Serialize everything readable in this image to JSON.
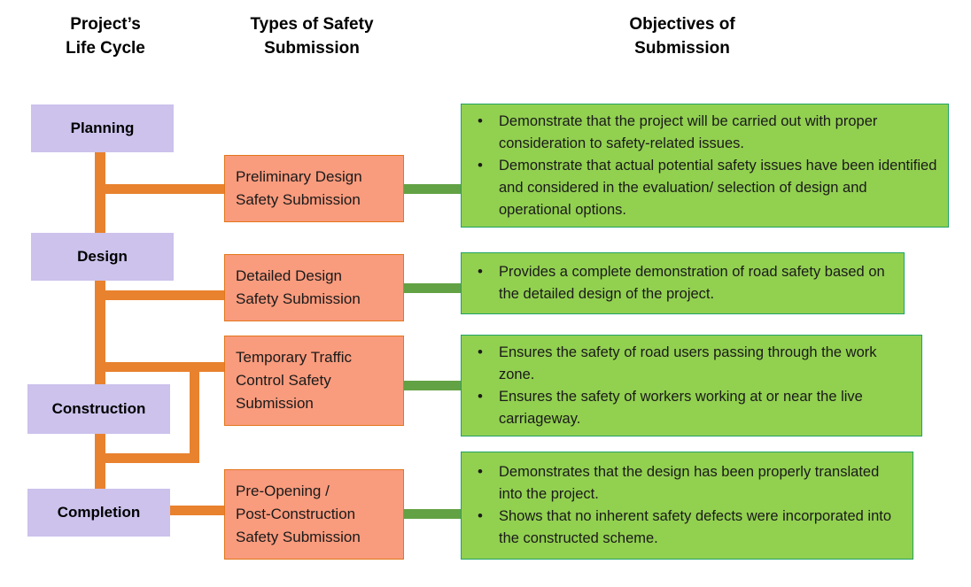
{
  "headings": {
    "lifecycle": "Project’s\nLife Cycle",
    "types": "Types of Safety\nSubmission",
    "objectives": "Objectives of\nSubmission"
  },
  "lifecycle_stages": [
    {
      "label": "Planning"
    },
    {
      "label": "Design"
    },
    {
      "label": "Construction"
    },
    {
      "label": "Completion"
    }
  ],
  "submission_types": [
    {
      "label": "Preliminary Design\nSafety Submission"
    },
    {
      "label": "Detailed Design\nSafety Submission"
    },
    {
      "label": "Temporary Traffic\nControl Safety\nSubmission"
    },
    {
      "label": "Pre-Opening /\nPost-Construction\nSafety Submission"
    }
  ],
  "objectives": [
    {
      "bullets": [
        "Demonstrate that the project will be carried out with proper consideration to safety-related issues.",
        "Demonstrate that actual potential safety issues have been identified and considered in the evaluation/ selection of design and operational options."
      ]
    },
    {
      "bullets": [
        "Provides a complete demonstration of road safety based on the detailed design of the project."
      ]
    },
    {
      "bullets": [
        "Ensures the safety of road users passing through the work zone.",
        "Ensures the safety of workers working at or near the live carriageway."
      ]
    },
    {
      "bullets": [
        "Demonstrates that the design has been properly translated into the project.",
        "Shows that no inherent safety defects were incorporated into the constructed scheme."
      ]
    }
  ],
  "colors": {
    "lifecycle_fill": "#CCC2EC",
    "type_fill": "#F99B7D",
    "type_border": "#E2761B",
    "objective_fill": "#92D050",
    "objective_border": "#21A366",
    "orange_connector": "#E8822E",
    "green_connector": "#63A244",
    "background": "#FFFFFF"
  }
}
